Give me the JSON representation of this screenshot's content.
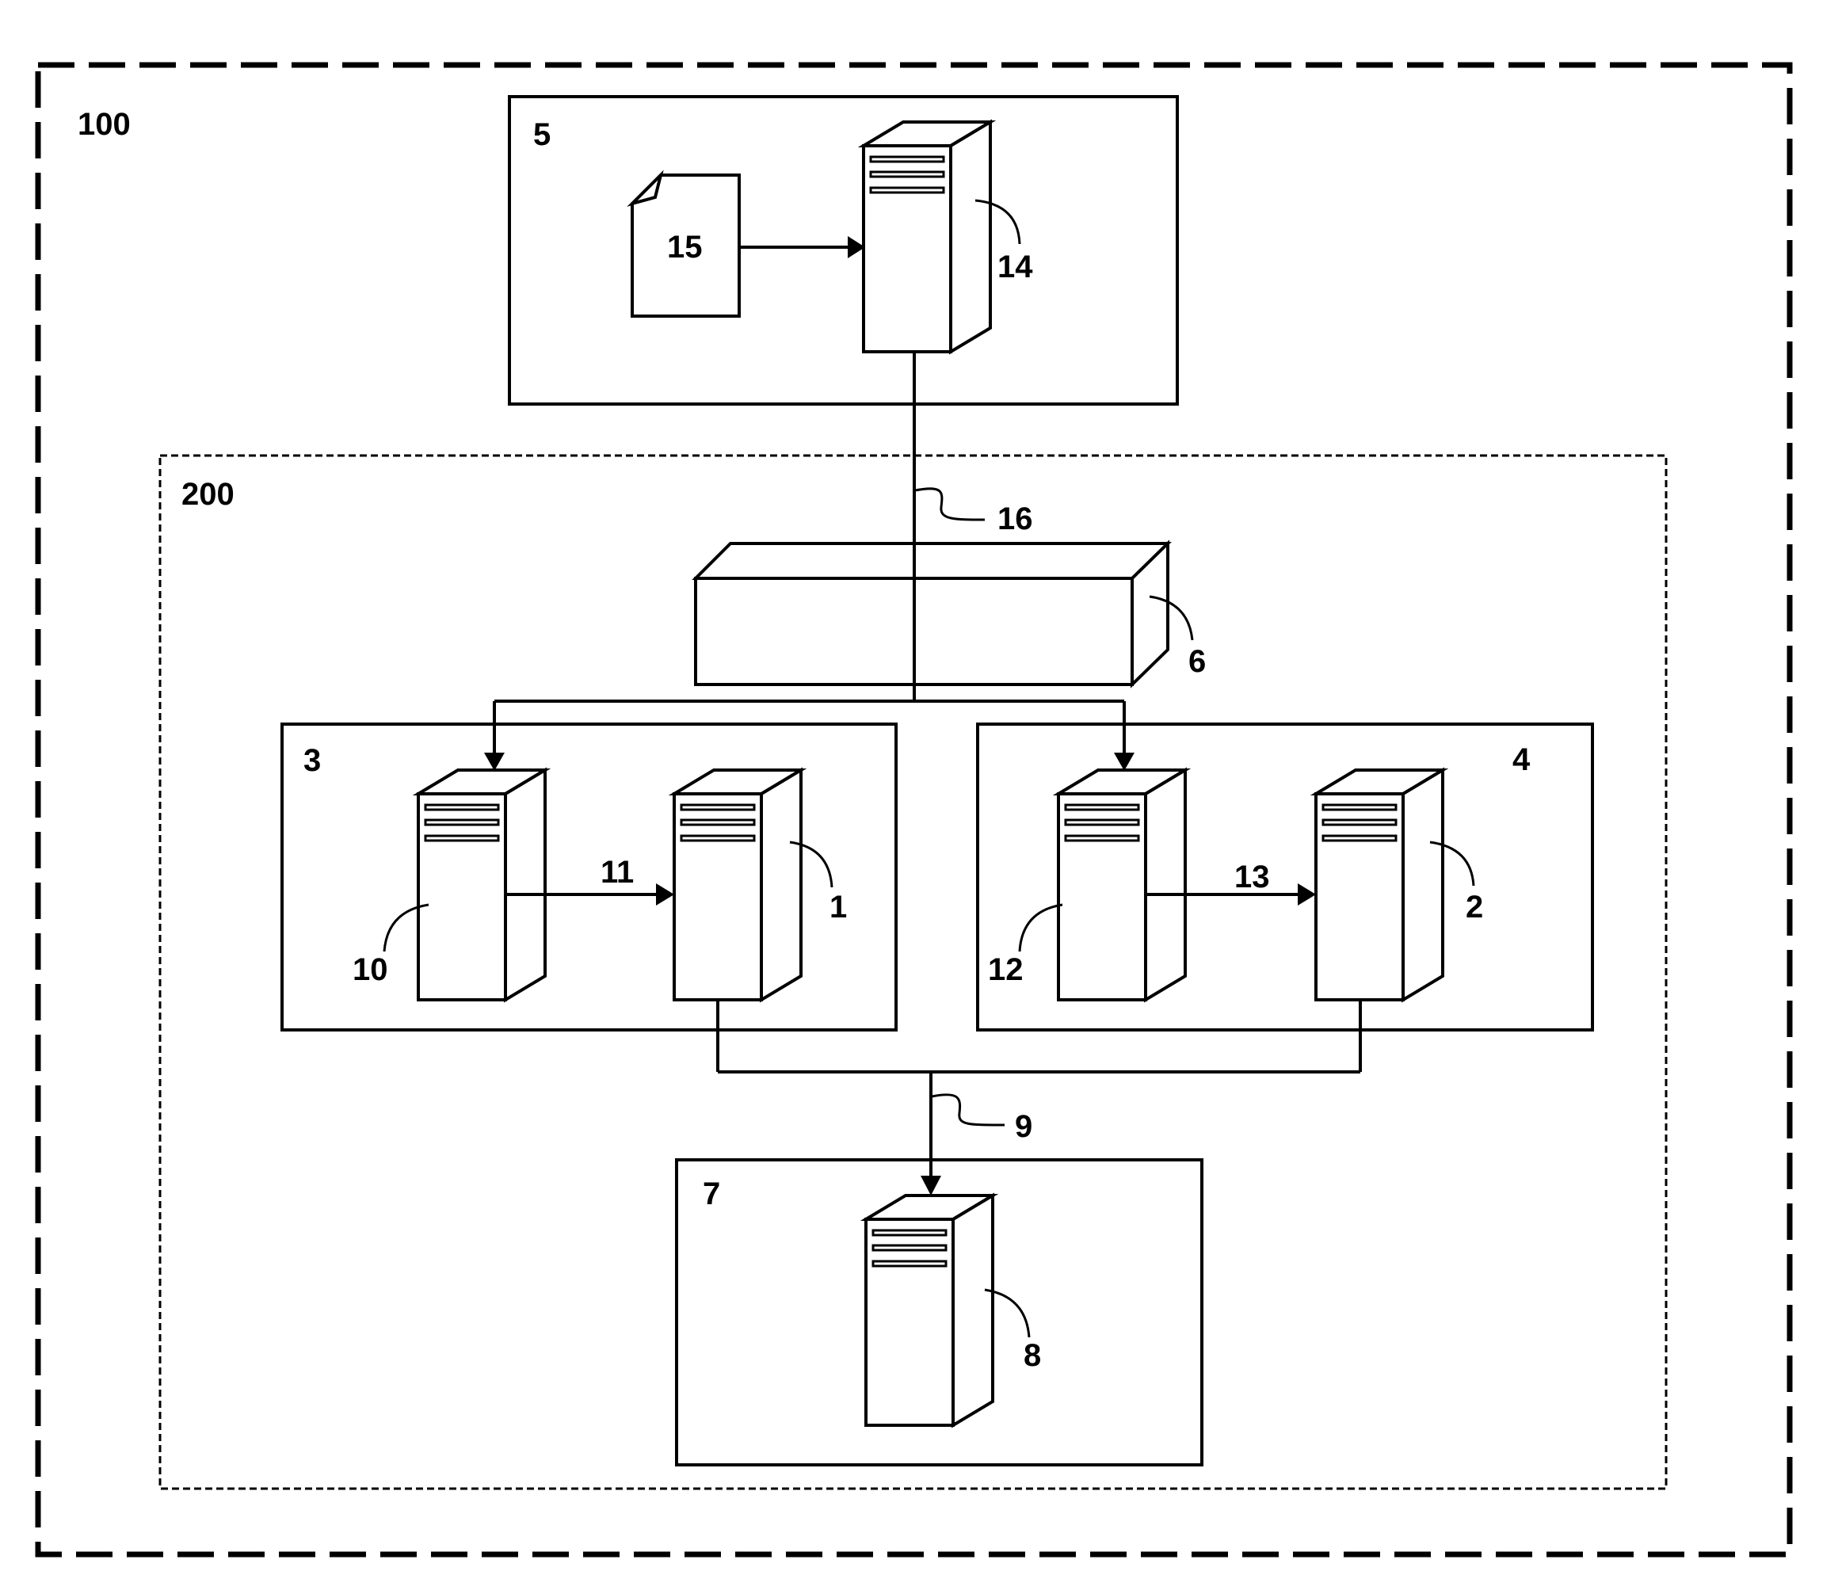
{
  "diagram": {
    "type": "system-architecture-figure",
    "colors": {
      "line": "#000000",
      "background": "#ffffff"
    },
    "regions": {
      "outer": {
        "label": "100",
        "style": "dashed"
      },
      "inner": {
        "label": "200",
        "style": "dotted"
      }
    },
    "blocks": {
      "box_5": {
        "label": "5"
      },
      "box_3": {
        "label": "3"
      },
      "box_4": {
        "label": "4"
      },
      "box_7": {
        "label": "7"
      }
    },
    "components": {
      "document_15": {
        "label": "15",
        "icon": "document-icon"
      },
      "server_14": {
        "label": "14",
        "icon": "server-icon"
      },
      "device_6": {
        "label": "6",
        "icon": "rack-unit-icon"
      },
      "server_10": {
        "label": "10",
        "icon": "server-icon"
      },
      "server_1": {
        "label": "1",
        "icon": "server-icon"
      },
      "server_12": {
        "label": "12",
        "icon": "server-icon"
      },
      "server_2": {
        "label": "2",
        "icon": "server-icon"
      },
      "server_8": {
        "label": "8",
        "icon": "server-icon"
      }
    },
    "connections": {
      "link_16": {
        "label": "16",
        "from": "14",
        "to": "6"
      },
      "arrow_11": {
        "label": "11",
        "from": "10",
        "to": "1"
      },
      "arrow_13": {
        "label": "13",
        "from": "12",
        "to": "2"
      },
      "link_9": {
        "label": "9",
        "from": [
          "1",
          "2"
        ],
        "to": "8"
      },
      "arrow_15_14": {
        "from": "15",
        "to": "14"
      },
      "split_6": {
        "from": "6",
        "to": [
          "10",
          "12"
        ]
      }
    }
  }
}
